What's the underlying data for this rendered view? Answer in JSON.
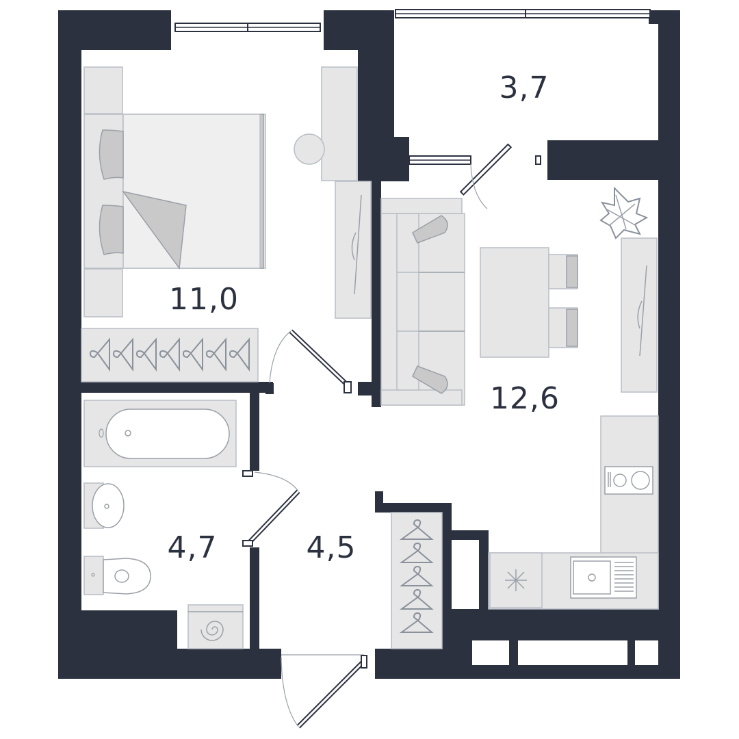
{
  "plan": {
    "rooms": [
      {
        "id": "bedroom",
        "area": "11,0"
      },
      {
        "id": "balcony",
        "area": "3,7"
      },
      {
        "id": "living-kitchen",
        "area": "12,6"
      },
      {
        "id": "bathroom",
        "area": "4,7"
      },
      {
        "id": "hallway",
        "area": "4,5"
      }
    ]
  },
  "colors": {
    "wall": "#2c3140",
    "furniture": "#e6e6e6",
    "furniture_outline": "#b9bec6"
  },
  "icons": [
    "hanger-icon",
    "plant-icon",
    "stove-icon",
    "sink-icon",
    "washing-machine-icon",
    "toilet-icon",
    "washbasin-icon",
    "bathtub-icon",
    "bed-icon",
    "sofa-icon",
    "table-icon",
    "chair-icon",
    "door-icon",
    "window-icon"
  ]
}
